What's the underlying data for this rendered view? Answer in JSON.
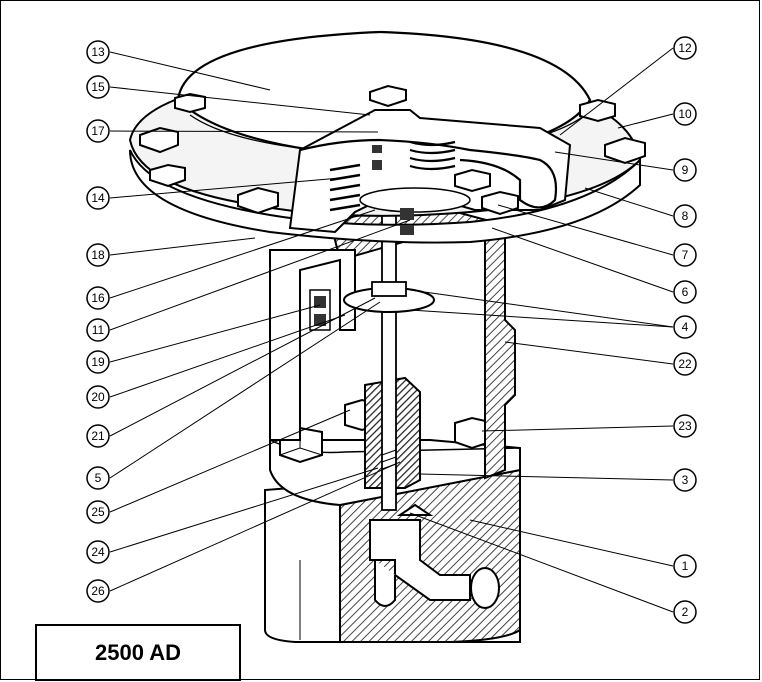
{
  "model_label": "2500 AD",
  "callouts": [
    {
      "id": "13",
      "label": "13"
    },
    {
      "id": "15",
      "label": "15"
    },
    {
      "id": "17",
      "label": "17"
    },
    {
      "id": "14",
      "label": "14"
    },
    {
      "id": "18",
      "label": "18"
    },
    {
      "id": "16",
      "label": "16"
    },
    {
      "id": "11",
      "label": "11"
    },
    {
      "id": "19",
      "label": "19"
    },
    {
      "id": "20",
      "label": "20"
    },
    {
      "id": "21",
      "label": "21"
    },
    {
      "id": "5",
      "label": "5"
    },
    {
      "id": "25",
      "label": "25"
    },
    {
      "id": "24",
      "label": "24"
    },
    {
      "id": "26",
      "label": "26"
    },
    {
      "id": "12",
      "label": "12"
    },
    {
      "id": "10",
      "label": "10"
    },
    {
      "id": "9",
      "label": "9"
    },
    {
      "id": "8",
      "label": "8"
    },
    {
      "id": "7",
      "label": "7"
    },
    {
      "id": "6",
      "label": "6"
    },
    {
      "id": "4",
      "label": "4"
    },
    {
      "id": "22",
      "label": "22"
    },
    {
      "id": "23",
      "label": "23"
    },
    {
      "id": "3",
      "label": "3"
    },
    {
      "id": "1",
      "label": "1"
    },
    {
      "id": "2",
      "label": "2"
    }
  ],
  "colors": {
    "line": "#000000",
    "hatch": "#555555",
    "background": "#ffffff",
    "part_fill": "#f4f4f4"
  }
}
